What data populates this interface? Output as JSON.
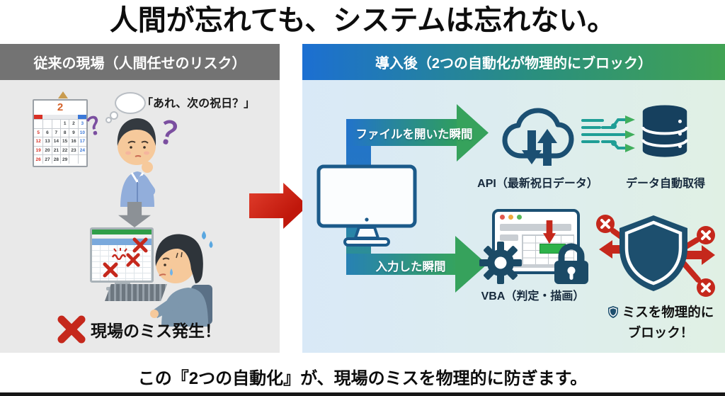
{
  "title": "人間が忘れても、システムは忘れない。",
  "before": {
    "header": "従来の現場（人間任せのリスク）",
    "thought_text": "「あれ、次の祝日？」",
    "qmark": "？",
    "calendar": {
      "month": "2",
      "rows": [
        [
          "",
          "",
          "",
          "1",
          "2",
          "3"
        ],
        [
          "5",
          "6",
          "7",
          "8",
          "9",
          "10"
        ],
        [
          "12",
          "13",
          "14",
          "15",
          "16",
          "17"
        ],
        [
          "19",
          "20",
          "21",
          "22",
          "23",
          "24"
        ],
        [
          "26",
          "27",
          "28",
          "29",
          "",
          ""
        ]
      ]
    },
    "error_label": "現場のミス発生！"
  },
  "after": {
    "header": "導入後（2つの自動化が物理的にブロック）",
    "trigger_open": "ファイルを開いた瞬間",
    "trigger_input": "入力した瞬間",
    "api_label": "API（最新祝日データ）",
    "data_label": "データ自動取得",
    "vba_label": "VBA（判定・描画）",
    "block_line1": "ミスを物理的に",
    "block_line2": "ブロック！"
  },
  "footer": {
    "text": "この『2つの自動化』が、現場のミスを物理的に防ぎます。"
  },
  "colors": {
    "accent_red": "#c5281c",
    "navy": "#1b4f72",
    "blue": "#2273cb",
    "green": "#36a25c",
    "header_gray": "#737373"
  }
}
